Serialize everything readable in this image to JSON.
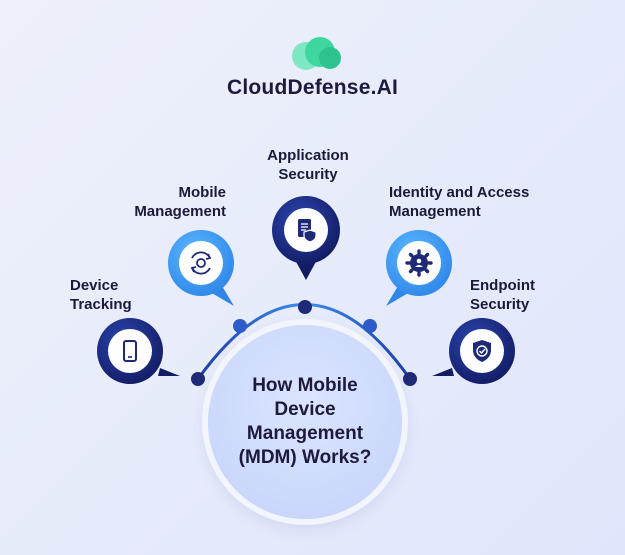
{
  "brand": {
    "name": "CloudDefense.AI"
  },
  "center": {
    "lines": [
      "How Mobile",
      "Device",
      "Management",
      "(MDM) Works?"
    ]
  },
  "nodes": [
    {
      "id": "device-tracking",
      "lines": [
        "Device",
        "Tracking"
      ],
      "icon": "mobile-phone-icon"
    },
    {
      "id": "mobile-management",
      "lines": [
        "Mobile",
        "Management"
      ],
      "icon": "gear-refresh-icon"
    },
    {
      "id": "application-security",
      "lines": [
        "Application",
        "Security"
      ],
      "icon": "document-shield-icon"
    },
    {
      "id": "identity-access-management",
      "lines": [
        "Identity and Access",
        "Management"
      ],
      "icon": "gear-person-icon"
    },
    {
      "id": "endpoint-security",
      "lines": [
        "Endpoint",
        "Security"
      ],
      "icon": "shield-check-icon"
    }
  ],
  "colors": {
    "dark_navy": "#1e2a78",
    "light_blue": "#3b9bf0",
    "brand_green": "#3fd6a0",
    "arc_blue": "#2f6fe4"
  }
}
